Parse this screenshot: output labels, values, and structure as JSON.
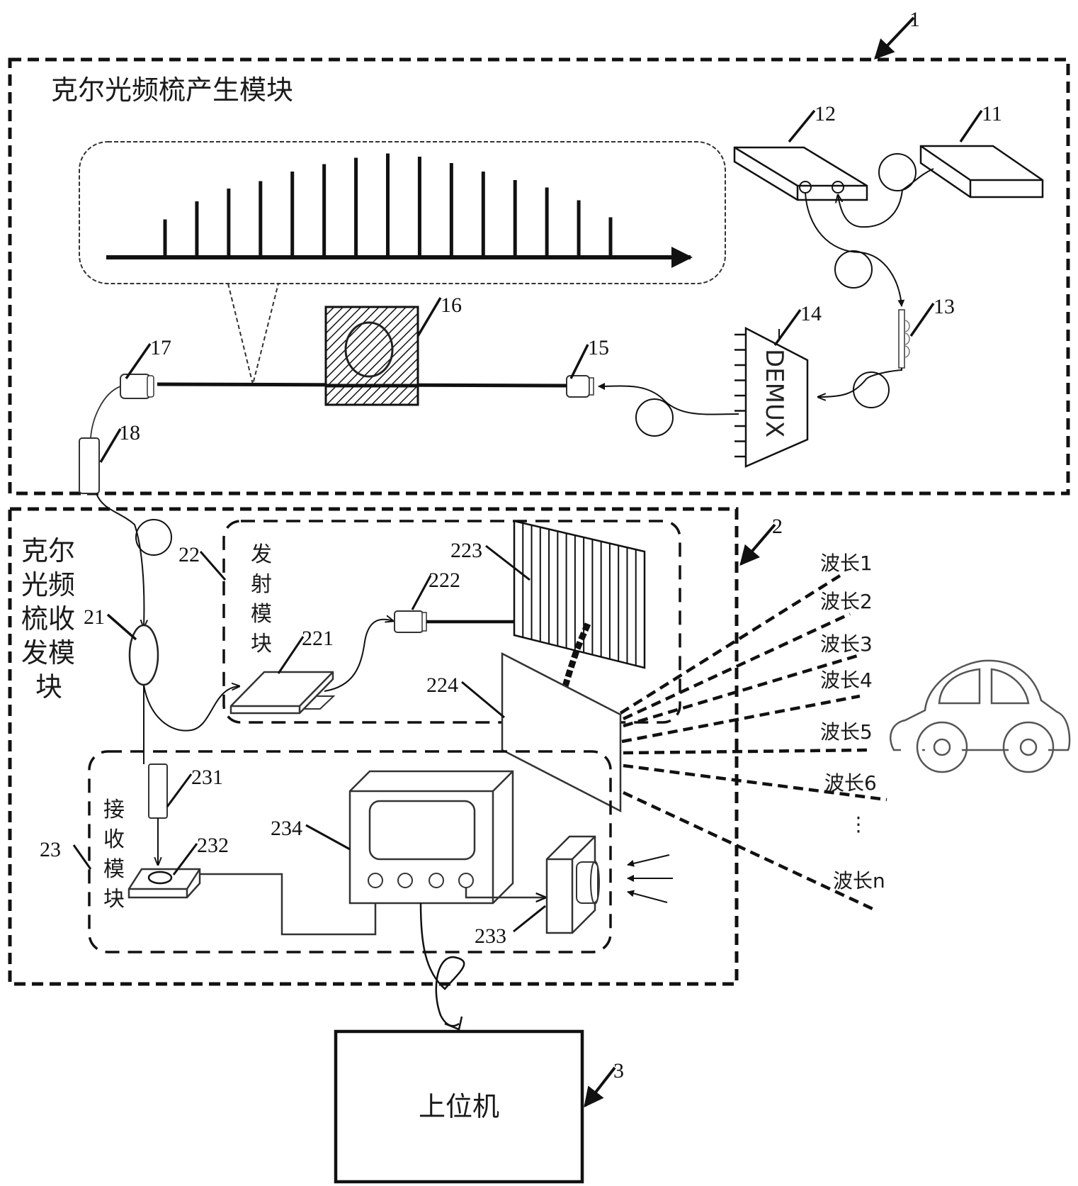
{
  "figure": {
    "type": "system-block-diagram",
    "colors": {
      "line": "#111111",
      "background": "#ffffff",
      "demux_text": "#333333"
    }
  },
  "module1": {
    "ref": "1",
    "title": "克尔光频梳产生模块",
    "components": [
      {
        "ref": "11",
        "name": "pump-laser"
      },
      {
        "ref": "12",
        "name": "amplifier-or-controller-box"
      },
      {
        "ref": "13",
        "name": "polarization-controller"
      },
      {
        "ref": "14",
        "name": "demultiplexer",
        "label": "DEMUX"
      },
      {
        "ref": "15",
        "name": "collimator-in"
      },
      {
        "ref": "16",
        "name": "microresonator"
      },
      {
        "ref": "17",
        "name": "collimator-out"
      },
      {
        "ref": "18",
        "name": "fiber-connector"
      }
    ],
    "comb_spectrum": {
      "relative_line_heights": [
        0.35,
        0.52,
        0.64,
        0.71,
        0.8,
        0.87,
        0.93,
        0.97,
        0.94,
        0.88,
        0.8,
        0.72,
        0.65,
        0.53,
        0.37
      ]
    }
  },
  "module2": {
    "ref": "2",
    "title_lines": [
      "克尔",
      "光频",
      "梳收",
      "发模",
      "块"
    ],
    "coupler": {
      "ref": "21"
    },
    "transmit": {
      "ref": "22",
      "title_chars": [
        "发",
        "射",
        "模",
        "块"
      ],
      "components": [
        {
          "ref": "221",
          "name": "modulator"
        },
        {
          "ref": "222",
          "name": "collimator"
        },
        {
          "ref": "223",
          "name": "grating"
        },
        {
          "ref": "224",
          "name": "prism-or-mirror"
        }
      ]
    },
    "receive": {
      "ref": "23",
      "title_chars": [
        "接",
        "收",
        "模",
        "块"
      ],
      "components": [
        {
          "ref": "231",
          "name": "fiber-collimator"
        },
        {
          "ref": "232",
          "name": "photodetector"
        },
        {
          "ref": "233",
          "name": "camera"
        },
        {
          "ref": "234",
          "name": "oscilloscope"
        }
      ]
    }
  },
  "beams": {
    "labels": [
      "波长1",
      "波长2",
      "波长3",
      "波长4",
      "波长5",
      "波长6",
      "⋮",
      "波长n"
    ]
  },
  "target": {
    "name": "car"
  },
  "module3": {
    "ref": "3",
    "label": "上位机"
  }
}
